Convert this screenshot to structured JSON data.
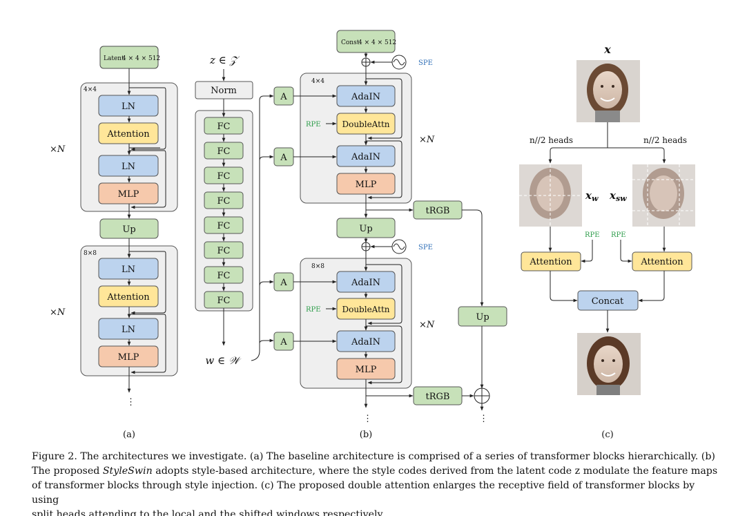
{
  "panels": {
    "a": {
      "label": "(a)",
      "latent": "Latent",
      "latent_dim": "4 × 4 × 512",
      "stage1": "4×4",
      "stage2": "8×8",
      "repeat": "×N",
      "ln": "LN",
      "attention": "Attention",
      "mlp": "MLP",
      "up": "Up",
      "dots": "⋮"
    },
    "mapping": {
      "z": "z ∈ 𝒵",
      "norm": "Norm",
      "fc": "FC",
      "w": "w ∈ 𝒲"
    },
    "b": {
      "label": "(b)",
      "const": "Const",
      "const_dim": "4 × 4 × 512",
      "spe": "SPE",
      "rpe": "RPE",
      "stage1": "4×4",
      "stage2": "8×8",
      "repeat": "×N",
      "a": "A",
      "adain": "AdaIN",
      "doubleattn": "DoubleAttn",
      "mlp": "MLP",
      "up": "Up",
      "trgb": "tRGB",
      "dots": "⋮"
    },
    "c": {
      "label": "(c)",
      "x": "x",
      "heads_left": "n//2 heads",
      "heads_right": "n//2 heads",
      "xw": "x",
      "xw_sub": "w",
      "xsw": "x",
      "xsw_sub": "sw",
      "rpe": "RPE",
      "attention": "Attention",
      "concat": "Concat"
    }
  },
  "caption": {
    "line1": "Figure 2. The architectures we investigate. (a) The baseline architecture is comprised of a series of transformer blocks hierarchically. (b)",
    "line2_pre": "The proposed ",
    "line2_em": "StyleSwin",
    "line2_post": " adopts style-based architecture, where the style codes derived from the latent code z modulate the feature maps",
    "line3": "of transformer blocks through style injection. (c) The proposed double attention enlarges the receptive field of transformer blocks by using",
    "line4": "split heads attending to the local and the shifted windows respectively."
  },
  "colors": {
    "blue_box": "#bcd3ee",
    "yellow_box": "#ffe699",
    "orange_box": "#f6c9ac",
    "green_box": "#c7e1b9",
    "gray_group": "#efefef",
    "spe_text": "#2f6fb7",
    "rpe_text": "#2e9d4b"
  }
}
